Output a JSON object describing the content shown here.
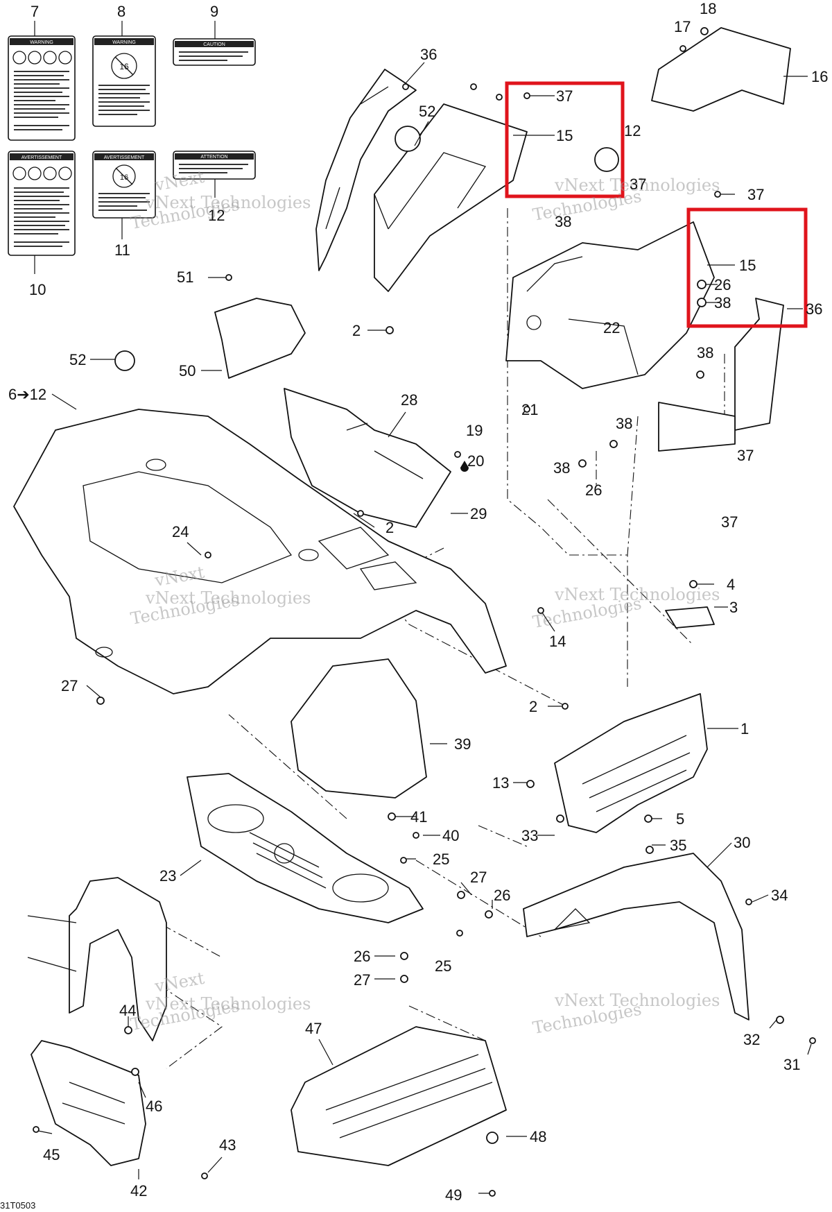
{
  "diagram": {
    "drawing_code": "31T0503",
    "watermark": {
      "line1": "vNext",
      "line2": "vNext Technologies",
      "line3": "Technologies"
    },
    "warning_labels": [
      {
        "callout": "7",
        "header": "WARNING"
      },
      {
        "callout": "8",
        "header": "WARNING"
      },
      {
        "callout": "9",
        "header": "CAUTION"
      },
      {
        "callout": "10",
        "header": "AVERTISSEMENT"
      },
      {
        "callout": "11",
        "header": "AVERTISSEMENT"
      },
      {
        "callout": "12",
        "header": "ATTENTION"
      }
    ],
    "age_badge": "16",
    "callouts": [
      "7",
      "8",
      "9",
      "36",
      "52",
      "37",
      "15",
      "12",
      "18",
      "17",
      "16",
      "10",
      "11",
      "12",
      "37",
      "37",
      "38",
      "51",
      "15",
      "26",
      "38",
      "36",
      "2",
      "22",
      "50",
      "52",
      "38",
      "6➔12",
      "28",
      "21",
      "38",
      "19",
      "20",
      "38",
      "26",
      "37",
      "29",
      "2",
      "37",
      "24",
      "4",
      "3",
      "14",
      "27",
      "2",
      "1",
      "39",
      "13",
      "5",
      "41",
      "40",
      "33",
      "35",
      "30",
      "25",
      "23",
      "27",
      "26",
      "34",
      "26",
      "25",
      "27",
      "44",
      "47",
      "32",
      "31",
      "46",
      "48",
      "45",
      "43",
      "42",
      "49"
    ]
  }
}
